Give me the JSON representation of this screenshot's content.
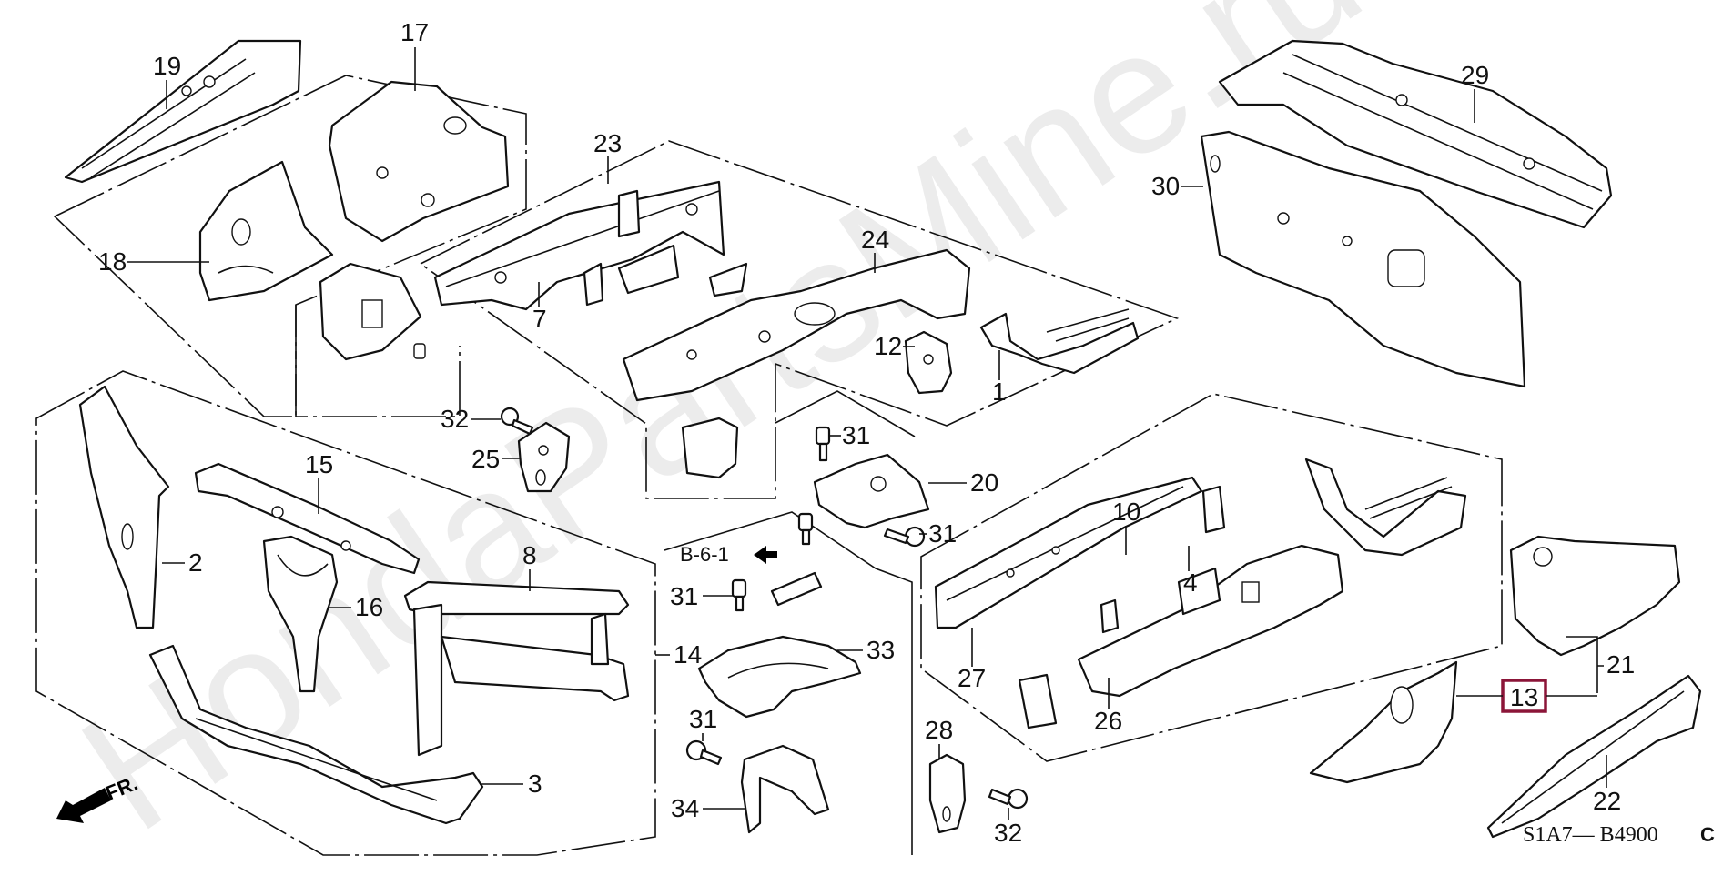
{
  "diagram": {
    "watermark": "HondaPartsMine.ru",
    "figure_code": "S1A7— B4900",
    "figure_code_suffix": "C",
    "direction_label": "FR.",
    "reference": "B-6-1",
    "highlight_color": "#8b1538",
    "highlighted_callout": "13",
    "callouts": {
      "c1": "1",
      "c2": "2",
      "c3": "3",
      "c4": "4",
      "c7": "7",
      "c8": "8",
      "c10": "10",
      "c12": "12",
      "c13": "13",
      "c14": "14",
      "c15": "15",
      "c16": "16",
      "c17": "17",
      "c18": "18",
      "c19": "19",
      "c20": "20",
      "c21": "21",
      "c22": "22",
      "c23": "23",
      "c24": "24",
      "c25": "25",
      "c26": "26",
      "c27": "27",
      "c28": "28",
      "c29": "29",
      "c30": "30",
      "c31a": "31",
      "c31b": "31",
      "c31c": "31",
      "c31d": "31",
      "c32a": "32",
      "c32b": "32",
      "c33": "33",
      "c34": "34"
    }
  }
}
